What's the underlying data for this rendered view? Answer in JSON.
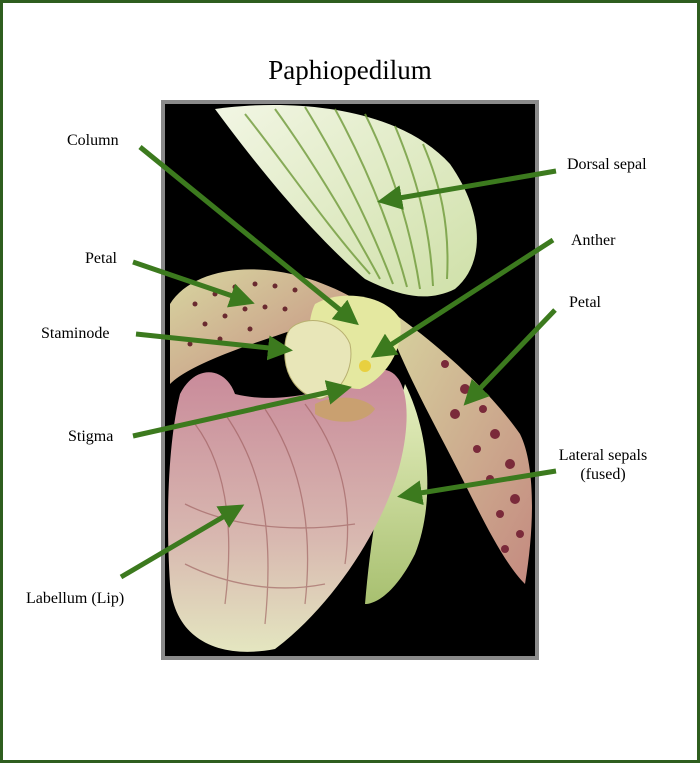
{
  "title": "Paphiopedilum",
  "labels": {
    "column": "Column",
    "petal_left": "Petal",
    "staminode": "Staminode",
    "stigma": "Stigma",
    "labellum": "Labellum (Lip)",
    "dorsal_sepal": "Dorsal sepal",
    "anther": "Anther",
    "petal_right": "Petal",
    "lateral_sepals_line1": "Lateral sepals",
    "lateral_sepals_line2": "(fused)"
  },
  "colors": {
    "frame_border": "#2f5e1f",
    "arrow": "#3c7a1e",
    "photo_border": "#8a8a8a",
    "photo_background": "#000000"
  }
}
